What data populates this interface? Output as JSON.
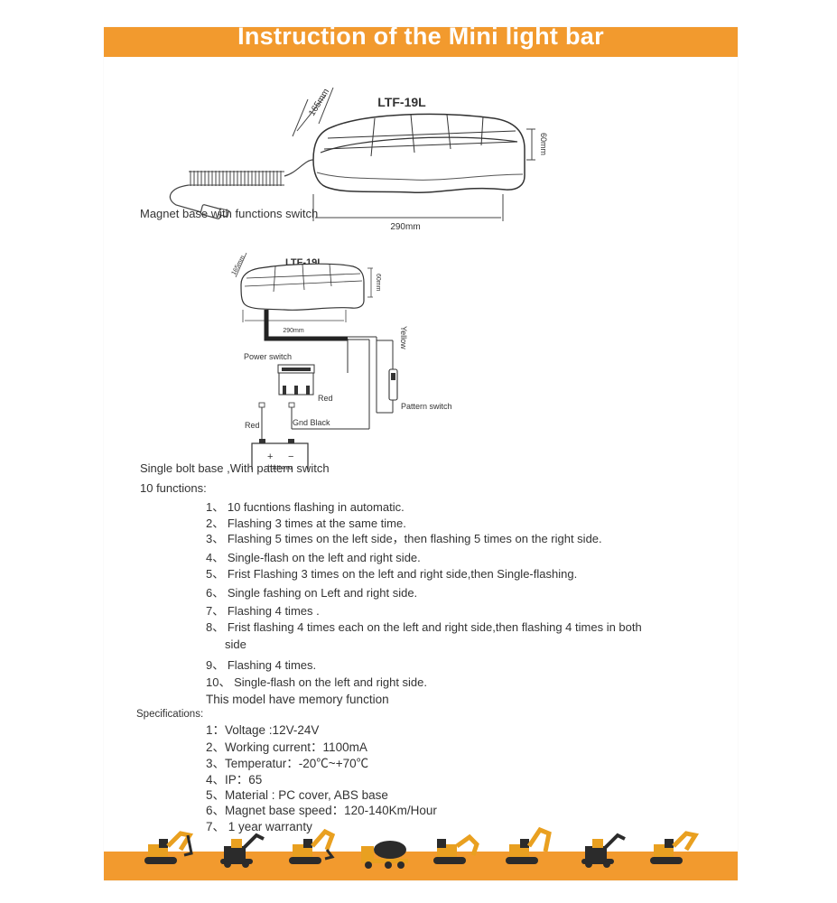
{
  "header": {
    "title": "Instruction of the Mini light bar"
  },
  "diagram1": {
    "model": "LTF-19L",
    "dim_width": "165mm",
    "dim_length": "290mm",
    "dim_height": "60mm"
  },
  "section_magnet": "Magnet base with functions switch",
  "diagram2": {
    "model": "LTF-19L",
    "dim_width": "165mm",
    "dim_length": "290mm",
    "dim_height": "60mm",
    "power_switch": "Power switch",
    "yellow": "Yellow",
    "pattern_switch": "Pattern switch",
    "red_1": "Red",
    "red_2": "Red",
    "gnd_black": "Gnd Black",
    "plus": "+",
    "minus": "−",
    "battery": "battery"
  },
  "section_single_bolt": "Single bolt base ,With pattern switch",
  "functions_heading": "10 functions:",
  "functions": [
    {
      "num": "1、",
      "text": "10 fucntions flashing in automatic."
    },
    {
      "num": "2、",
      "text": "Flashing 3 times at the same time."
    },
    {
      "num": "3、",
      "text": "Flashing 5 times on the left side，then flashing 5 times on the right side."
    },
    {
      "num": "4、",
      "text": "Single-flash on the left and right side."
    },
    {
      "num": "5、",
      "text": "Frist Flashing 3 times on the left and right side,then Single-flashing."
    },
    {
      "num": "6、",
      "text": "Single fashing on Left and right side."
    },
    {
      "num": "7、",
      "text": "Flashing 4 times ."
    },
    {
      "num": "8、",
      "text": "Frist flashing 4 times each on the left and right side,then flashing 4 times in both",
      "text_cont": "side"
    },
    {
      "num": "9、",
      "text": "Flashing 4 times."
    },
    {
      "num": "10、",
      "text": "Single-flash on the left and right side."
    }
  ],
  "memory_note": "This model have memory function",
  "specs_heading": "Specifications:",
  "specs": [
    {
      "num": "1：",
      "text": "Voltage :12V-24V"
    },
    {
      "num": "2、",
      "text": "Working current：1100mA"
    },
    {
      "num": "3、",
      "text": "Temperatur：-20℃~+70℃"
    },
    {
      "num": "4、",
      "text": "IP：65"
    },
    {
      "num": "5、",
      "text": "Material : PC cover, ABS base"
    },
    {
      "num": "6、",
      "text": "Magnet base speed：120-140Km/Hour"
    },
    {
      "num": "7、",
      "text": "1 year warranty"
    }
  ],
  "colors": {
    "accent": "#f29a2e",
    "machinery": "#e9a020",
    "machinery_dark": "#2b2b2b",
    "wire": "#222222"
  },
  "footer_icons": [
    "excavator-icon",
    "forklift-icon",
    "excavator-icon",
    "cement-mixer-truck-icon",
    "excavator-icon",
    "excavator-icon",
    "forklift-icon",
    "excavator-icon"
  ]
}
